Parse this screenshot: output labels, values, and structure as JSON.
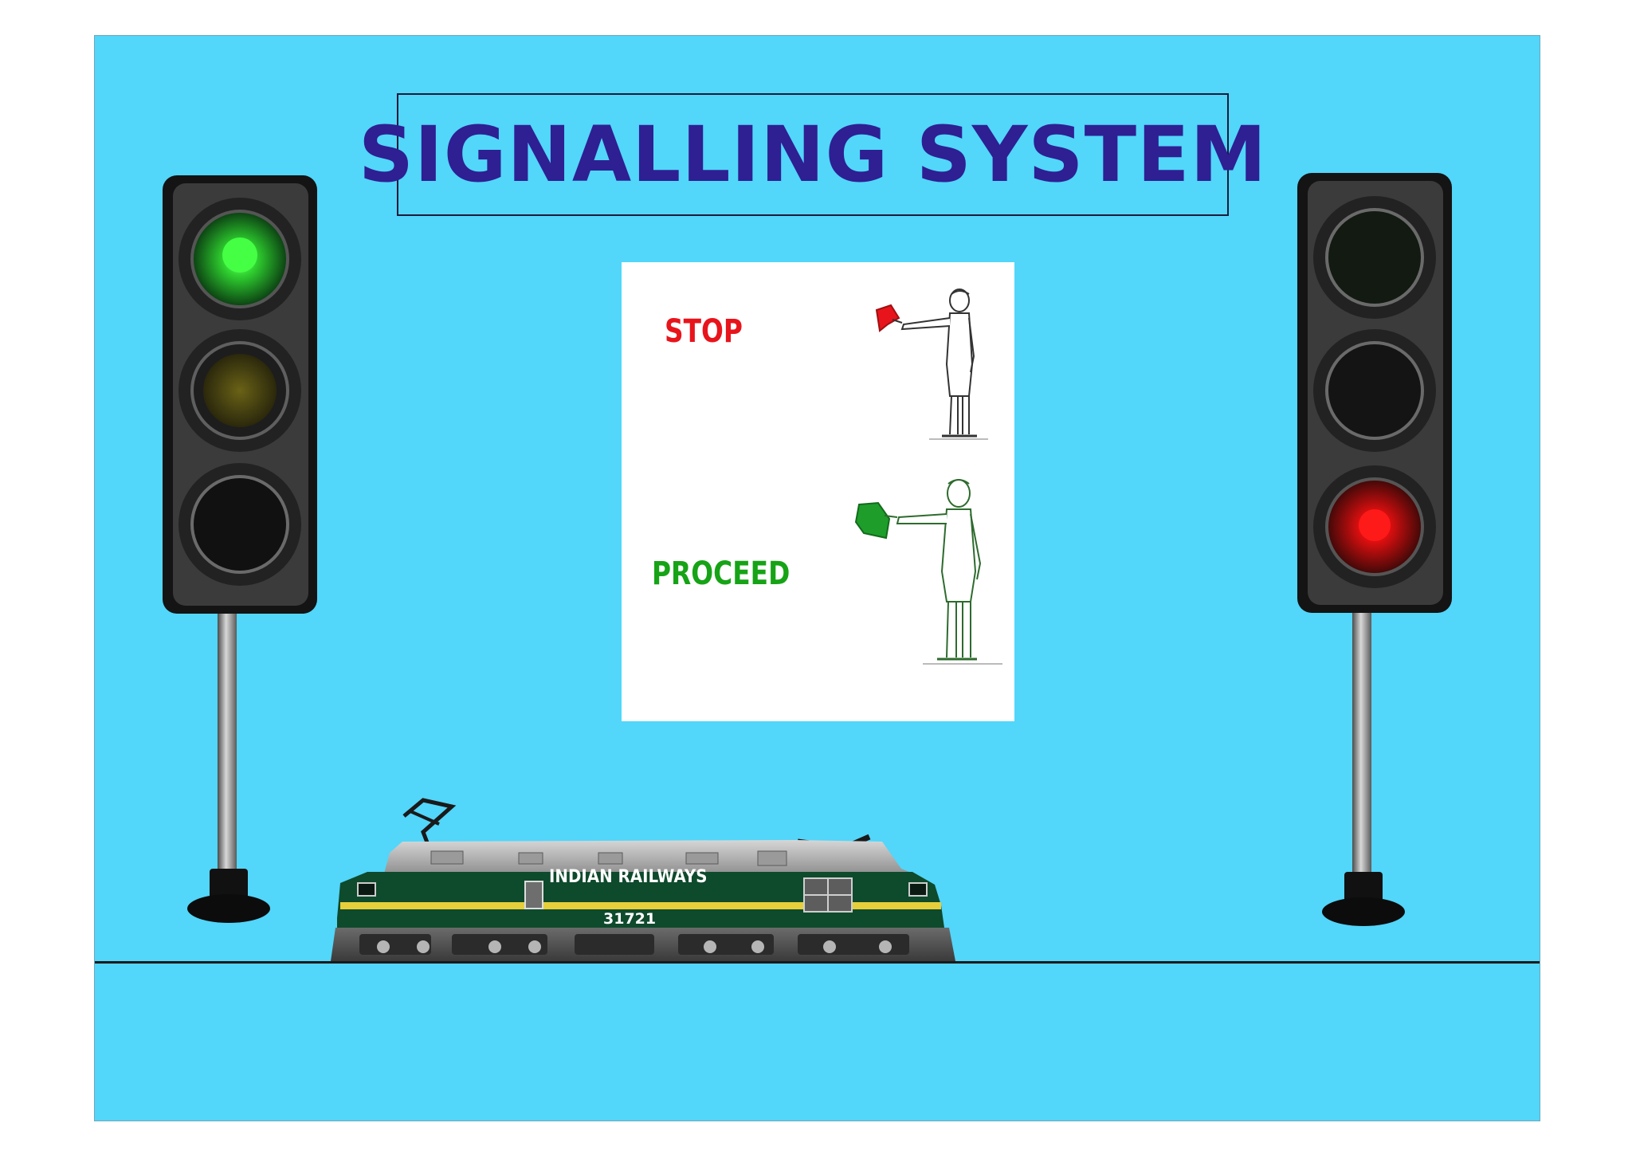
{
  "title": "SIGNALLING SYSTEM",
  "hand_signals": {
    "stop_label": "STOP",
    "proceed_label": "PROCEED",
    "stop_flag_color": "#e8141c",
    "proceed_flag_color": "#16a316"
  },
  "signals": {
    "left": {
      "active_aspect": "green",
      "lamps": [
        "green",
        "yellow",
        "red"
      ]
    },
    "right": {
      "active_aspect": "red",
      "lamps": [
        "green",
        "yellow",
        "red"
      ]
    }
  },
  "locomotive": {
    "name": "INDIAN RAILWAYS",
    "number": "31721",
    "body_color": "#0e4a2c",
    "stripe_color": "#e6cf3a"
  },
  "colors": {
    "background": "#52d6fa",
    "title": "#2e1f93"
  }
}
